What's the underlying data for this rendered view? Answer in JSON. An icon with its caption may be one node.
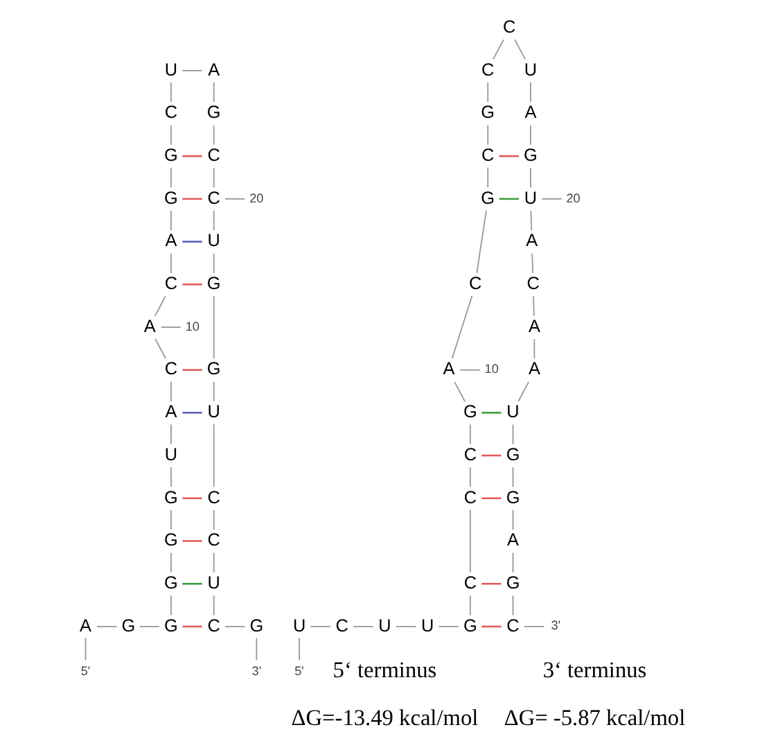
{
  "diagram": {
    "nodes": [
      {
        "text": [
          "A"
        ]
      },
      {
        "text": [
          "G"
        ]
      },
      {
        "text": [
          "G"
        ]
      },
      {
        "text": [
          "G"
        ]
      },
      {
        "text": [
          "G"
        ]
      },
      {
        "text": [
          "G"
        ]
      },
      {
        "text": [
          "U"
        ]
      },
      {
        "text": [
          "A"
        ]
      },
      {
        "text": [
          "C"
        ]
      },
      {
        "text": [
          "A"
        ]
      },
      {
        "text": [
          "C"
        ]
      },
      {
        "text": [
          "A"
        ]
      },
      {
        "text": [
          "G"
        ]
      },
      {
        "text": [
          "G"
        ]
      },
      {
        "text": [
          "C"
        ]
      },
      {
        "text": [
          "U"
        ]
      },
      {
        "text": [
          "A"
        ]
      },
      {
        "text": [
          "G"
        ]
      },
      {
        "text": [
          "C"
        ]
      },
      {
        "text": [
          "C"
        ]
      },
      {
        "text": [
          "U"
        ]
      },
      {
        "text": [
          "G"
        ]
      },
      {
        "text": [
          "G"
        ]
      },
      {
        "text": [
          "U"
        ]
      },
      {
        "text": [
          "C"
        ]
      },
      {
        "text": [
          "C"
        ]
      },
      {
        "text": [
          "U"
        ]
      },
      {
        "text": [
          "C"
        ]
      },
      {
        "text": [
          "G"
        ]
      },
      {
        "text": [
          "U"
        ]
      },
      {
        "text": [
          "C"
        ]
      },
      {
        "text": [
          "U"
        ]
      },
      {
        "text": [
          "U"
        ]
      },
      {
        "text": [
          "G"
        ]
      },
      {
        "text": [
          "C"
        ]
      },
      {
        "text": [
          "C"
        ]
      },
      {
        "text": [
          "C"
        ]
      },
      {
        "text": [
          "G"
        ]
      },
      {
        "text": [
          "A"
        ]
      },
      {
        "text": [
          "C"
        ]
      },
      {
        "text": [
          "G"
        ]
      },
      {
        "text": [
          "C"
        ]
      },
      {
        "text": [
          "G"
        ]
      },
      {
        "text": [
          "C"
        ]
      },
      {
        "text": [
          "C"
        ]
      },
      {
        "text": [
          "U"
        ]
      },
      {
        "text": [
          "A"
        ]
      },
      {
        "text": [
          "G"
        ]
      },
      {
        "text": [
          "U"
        ]
      },
      {
        "text": [
          "A"
        ]
      },
      {
        "text": [
          "C"
        ]
      },
      {
        "text": [
          "A"
        ]
      },
      {
        "text": [
          "A"
        ]
      },
      {
        "text": [
          "U"
        ]
      },
      {
        "text": [
          "G"
        ]
      },
      {
        "text": [
          "G"
        ]
      },
      {
        "text": [
          "A"
        ]
      },
      {
        "text": [
          "G"
        ]
      },
      {
        "text": [
          "C"
        ]
      },
      {
        "text": [
          "10"
        ]
      },
      {
        "text": [
          "20"
        ]
      },
      {
        "text": [
          "5'"
        ]
      },
      {
        "text": [
          "3'"
        ]
      },
      {
        "text": [
          "10"
        ]
      },
      {
        "text": [
          "20"
        ]
      },
      {
        "text": [
          "5'"
        ]
      },
      {
        "text": [
          "3'"
        ]
      }
    ],
    "edges": [
      {
        "from": 0,
        "to": 1,
        "arrow": "none"
      },
      {
        "from": 1,
        "to": 2,
        "arrow": "none"
      },
      {
        "from": 2,
        "to": 3,
        "arrow": "none"
      },
      {
        "from": 3,
        "to": 4,
        "arrow": "none"
      },
      {
        "from": 4,
        "to": 5,
        "arrow": "none"
      },
      {
        "from": 5,
        "to": 6,
        "arrow": "none"
      },
      {
        "from": 6,
        "to": 7,
        "arrow": "none"
      },
      {
        "from": 7,
        "to": 8,
        "arrow": "none"
      },
      {
        "from": 8,
        "to": 9,
        "arrow": "none"
      },
      {
        "from": 9,
        "to": 10,
        "arrow": "none"
      },
      {
        "from": 10,
        "to": 11,
        "arrow": "none"
      },
      {
        "from": 11,
        "to": 12,
        "arrow": "none"
      },
      {
        "from": 12,
        "to": 13,
        "arrow": "none"
      },
      {
        "from": 13,
        "to": 14,
        "arrow": "none"
      },
      {
        "from": 14,
        "to": 15,
        "arrow": "none"
      },
      {
        "from": 15,
        "to": 16,
        "arrow": "none"
      },
      {
        "from": 16,
        "to": 17,
        "arrow": "none"
      },
      {
        "from": 17,
        "to": 18,
        "arrow": "none"
      },
      {
        "from": 18,
        "to": 19,
        "arrow": "none"
      },
      {
        "from": 19,
        "to": 20,
        "arrow": "none"
      },
      {
        "from": 20,
        "to": 21,
        "arrow": "none"
      },
      {
        "from": 21,
        "to": 22,
        "arrow": "none"
      },
      {
        "from": 22,
        "to": 23,
        "arrow": "none"
      },
      {
        "from": 23,
        "to": 24,
        "arrow": "none"
      },
      {
        "from": 24,
        "to": 25,
        "arrow": "none"
      },
      {
        "from": 25,
        "to": 26,
        "arrow": "none"
      },
      {
        "from": 26,
        "to": 27,
        "arrow": "none"
      },
      {
        "from": 27,
        "to": 28,
        "arrow": "none"
      },
      {
        "from": 2,
        "to": 27,
        "arrow": "none",
        "color": "#e05a5a"
      },
      {
        "from": 3,
        "to": 26,
        "arrow": "none",
        "color": "#3a9a3a"
      },
      {
        "from": 4,
        "to": 25,
        "arrow": "none",
        "color": "#e05a5a"
      },
      {
        "from": 5,
        "to": 24,
        "arrow": "none",
        "color": "#e05a5a"
      },
      {
        "from": 7,
        "to": 23,
        "arrow": "none",
        "color": "#5a5ab4"
      },
      {
        "from": 8,
        "to": 22,
        "arrow": "none",
        "color": "#e05a5a"
      },
      {
        "from": 10,
        "to": 21,
        "arrow": "none",
        "color": "#e05a5a"
      },
      {
        "from": 11,
        "to": 20,
        "arrow": "none",
        "color": "#5a5ab4"
      },
      {
        "from": 12,
        "to": 19,
        "arrow": "none",
        "color": "#e05a5a"
      },
      {
        "from": 13,
        "to": 18,
        "arrow": "none",
        "color": "#e05a5a"
      },
      {
        "from": 29,
        "to": 30,
        "arrow": "none"
      },
      {
        "from": 30,
        "to": 31,
        "arrow": "none"
      },
      {
        "from": 31,
        "to": 32,
        "arrow": "none"
      },
      {
        "from": 32,
        "to": 33,
        "arrow": "none"
      },
      {
        "from": 33,
        "to": 34,
        "arrow": "none"
      },
      {
        "from": 34,
        "to": 35,
        "arrow": "none"
      },
      {
        "from": 35,
        "to": 36,
        "arrow": "none"
      },
      {
        "from": 36,
        "to": 37,
        "arrow": "none"
      },
      {
        "from": 37,
        "to": 38,
        "arrow": "none"
      },
      {
        "from": 38,
        "to": 39,
        "arrow": "none"
      },
      {
        "from": 39,
        "to": 40,
        "arrow": "none"
      },
      {
        "from": 40,
        "to": 41,
        "arrow": "none"
      },
      {
        "from": 41,
        "to": 42,
        "arrow": "none"
      },
      {
        "from": 42,
        "to": 43,
        "arrow": "none"
      },
      {
        "from": 43,
        "to": 44,
        "arrow": "none"
      },
      {
        "from": 44,
        "to": 45,
        "arrow": "none"
      },
      {
        "from": 45,
        "to": 46,
        "arrow": "none"
      },
      {
        "from": 46,
        "to": 47,
        "arrow": "none"
      },
      {
        "from": 47,
        "to": 48,
        "arrow": "none"
      },
      {
        "from": 48,
        "to": 49,
        "arrow": "none"
      },
      {
        "from": 49,
        "to": 50,
        "arrow": "none"
      },
      {
        "from": 50,
        "to": 51,
        "arrow": "none"
      },
      {
        "from": 51,
        "to": 52,
        "arrow": "none"
      },
      {
        "from": 52,
        "to": 53,
        "arrow": "none"
      },
      {
        "from": 53,
        "to": 54,
        "arrow": "none"
      },
      {
        "from": 54,
        "to": 55,
        "arrow": "none"
      },
      {
        "from": 55,
        "to": 56,
        "arrow": "none"
      },
      {
        "from": 56,
        "to": 57,
        "arrow": "none"
      },
      {
        "from": 57,
        "to": 58,
        "arrow": "none"
      },
      {
        "from": 33,
        "to": 58,
        "arrow": "none",
        "color": "#e05a5a"
      },
      {
        "from": 34,
        "to": 57,
        "arrow": "none",
        "color": "#e05a5a"
      },
      {
        "from": 35,
        "to": 55,
        "arrow": "none",
        "color": "#e05a5a"
      },
      {
        "from": 36,
        "to": 54,
        "arrow": "none",
        "color": "#e05a5a"
      },
      {
        "from": 37,
        "to": 53,
        "arrow": "none",
        "color": "#3a9a3a"
      },
      {
        "from": 40,
        "to": 48,
        "arrow": "none",
        "color": "#3a9a3a"
      },
      {
        "from": 41,
        "to": 47,
        "arrow": "none",
        "color": "#e05a5a"
      },
      {
        "from": 59,
        "to": 9,
        "arrow": "none"
      },
      {
        "from": 60,
        "to": 19,
        "arrow": "none"
      },
      {
        "from": 61,
        "to": 0,
        "arrow": "none"
      },
      {
        "from": 62,
        "to": 28,
        "arrow": "none"
      },
      {
        "from": 63,
        "to": 38,
        "arrow": "none"
      },
      {
        "from": 64,
        "to": 48,
        "arrow": "none"
      },
      {
        "from": 65,
        "to": 29,
        "arrow": "none"
      },
      {
        "from": 66,
        "to": 58,
        "arrow": "none"
      }
    ],
    "labels": [
      "5‘ terminus",
      "ΔG=-13.49 kcal/mol",
      "3‘ terminus",
      "ΔG= -5.87 kcal/mol"
    ]
  }
}
